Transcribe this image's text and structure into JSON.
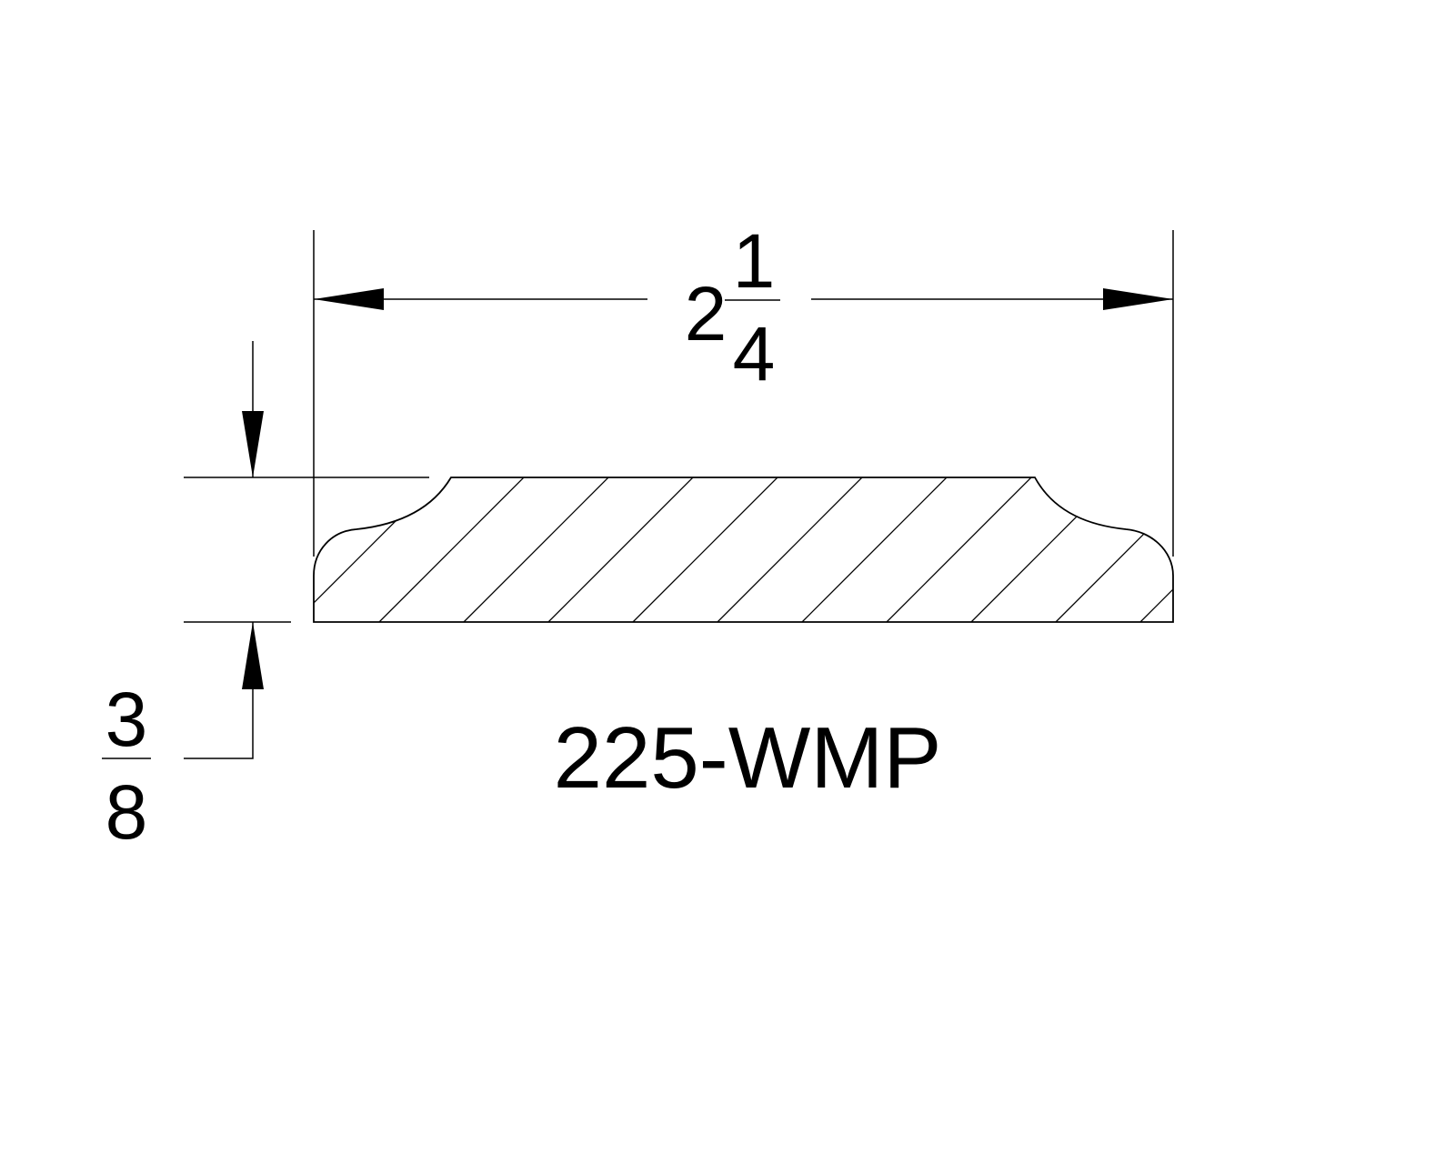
{
  "drawing": {
    "part_number": "225-WMP",
    "width_dimension": {
      "whole": "2",
      "numerator": "1",
      "denominator": "4"
    },
    "thickness_dimension": {
      "numerator": "3",
      "denominator": "8"
    }
  },
  "colors": {
    "ink": "#000000",
    "background": "#ffffff"
  }
}
